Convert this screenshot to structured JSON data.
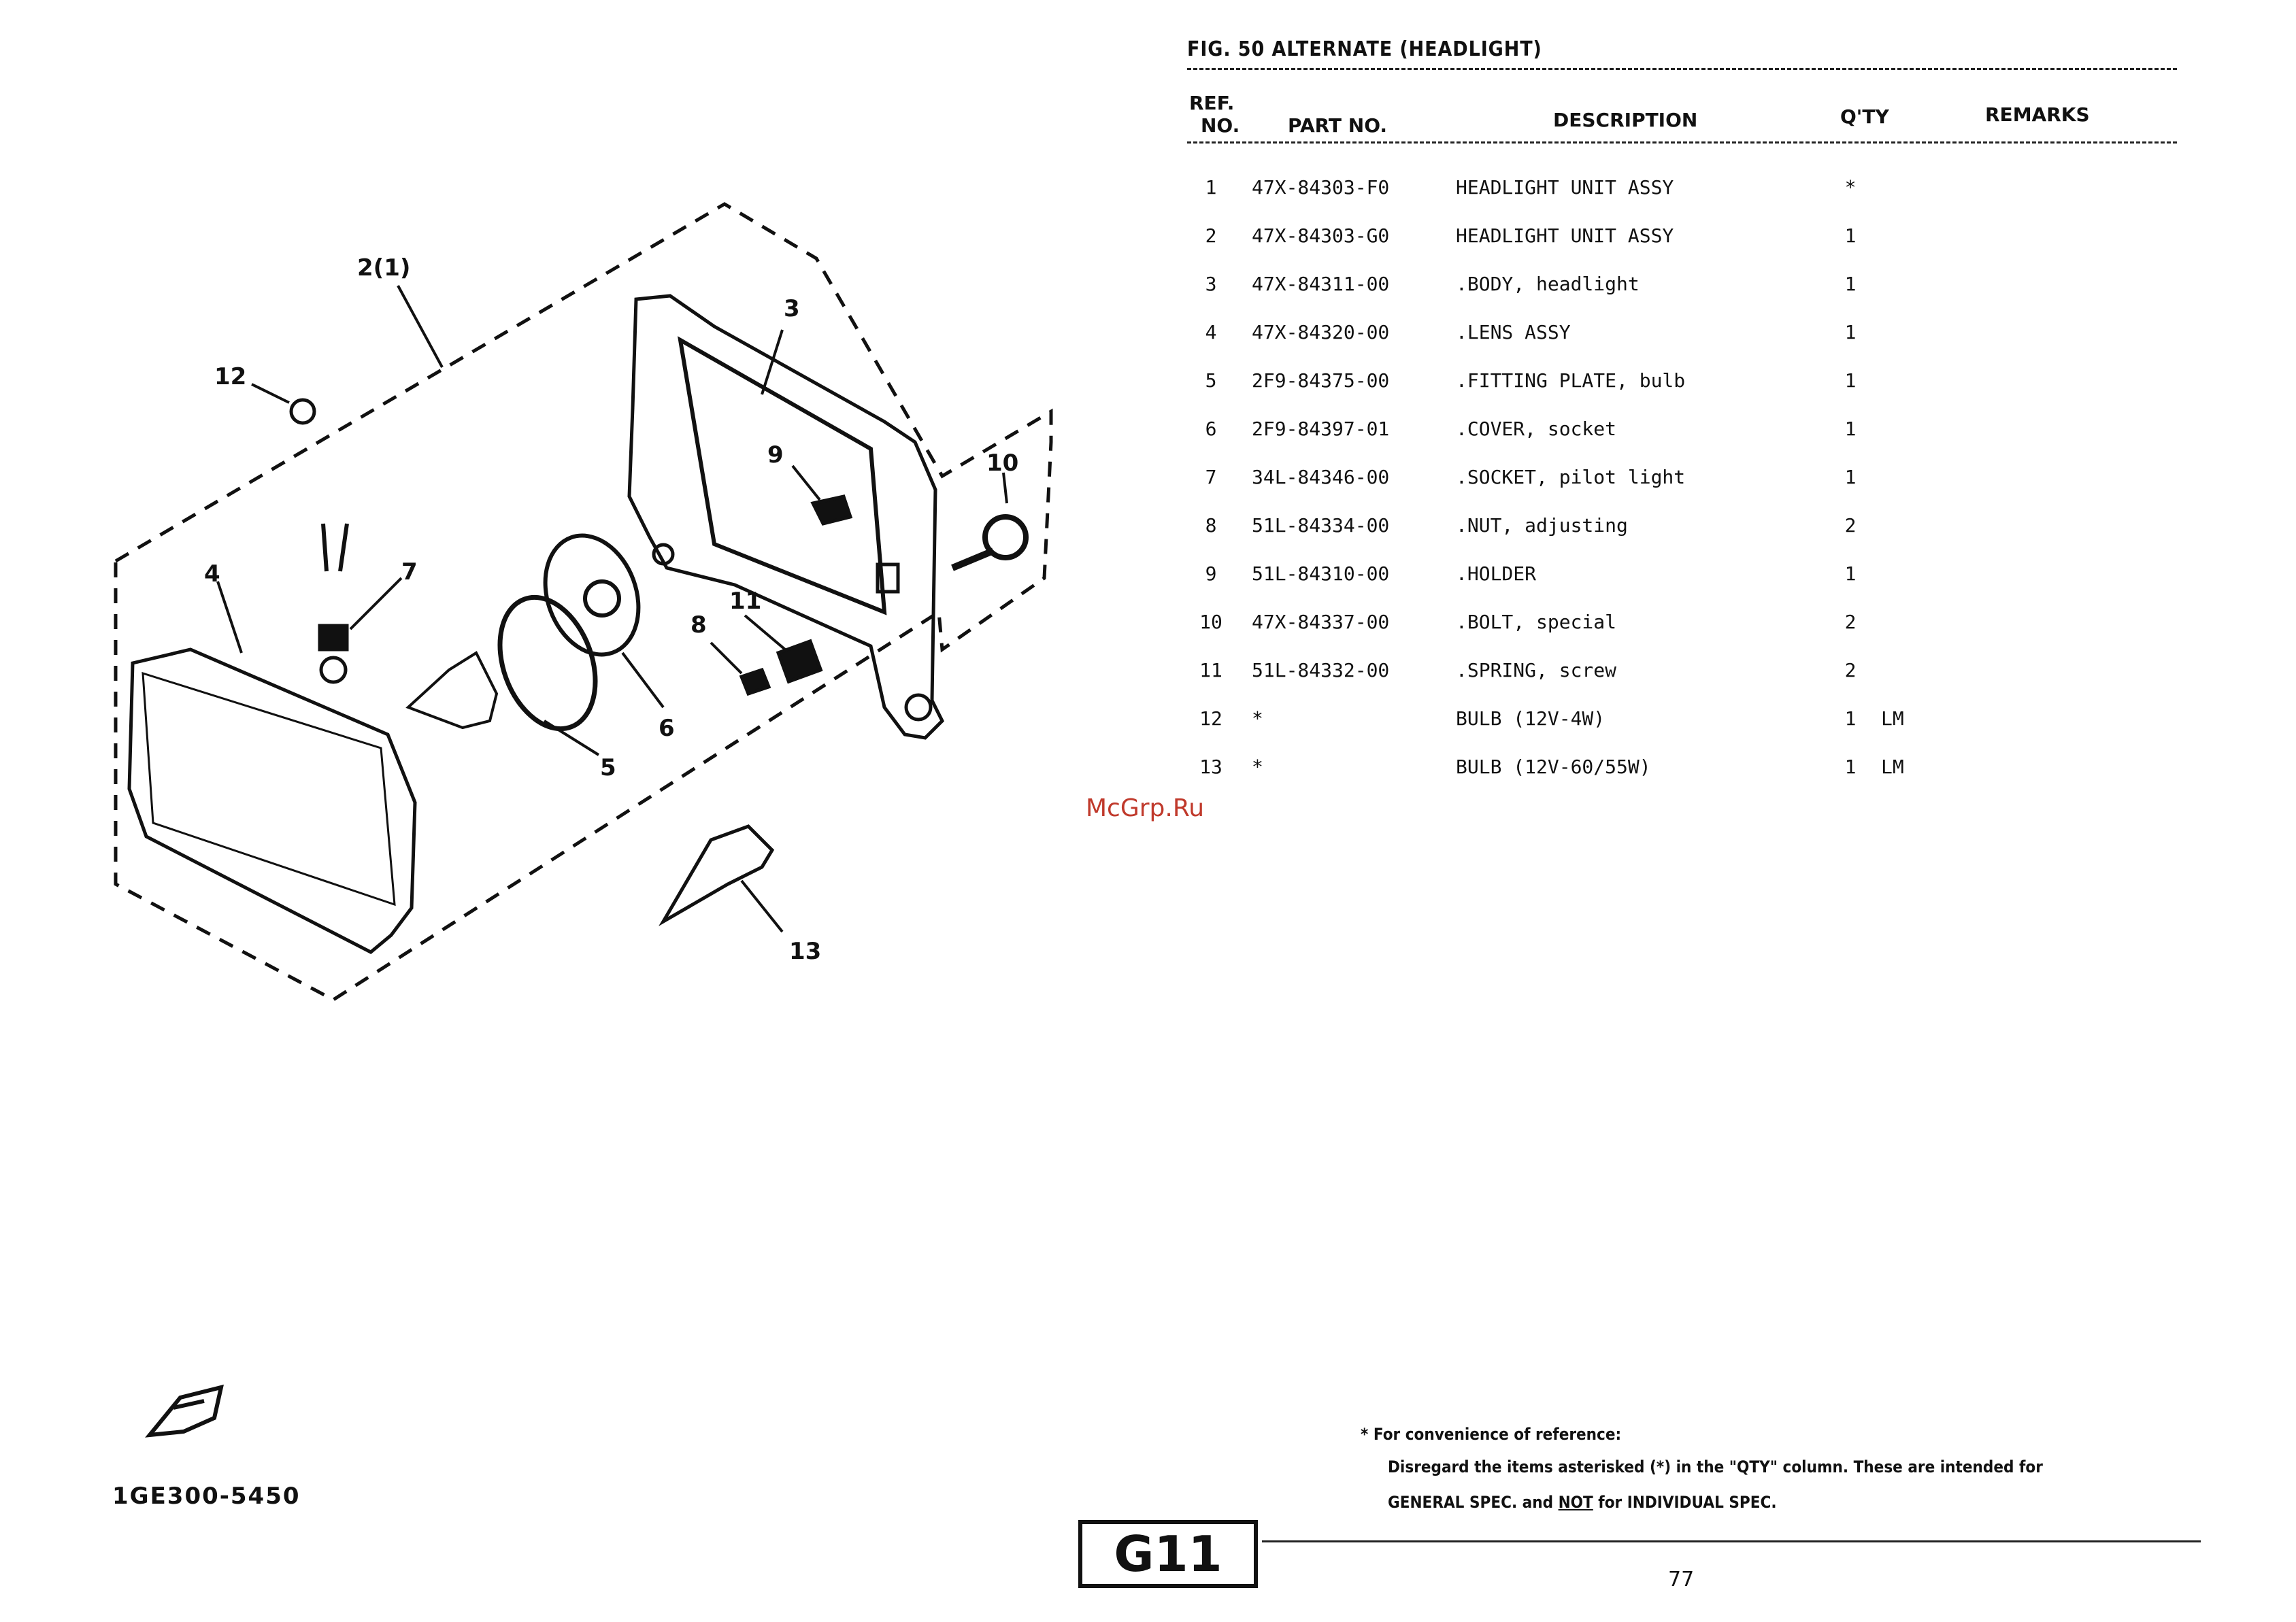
{
  "figure": {
    "title": "FIG. 50  ALTERNATE (HEADLIGHT)"
  },
  "columns": {
    "ref_line1": "REF.",
    "ref_line2": "NO.",
    "part_no": "PART NO.",
    "description": "DESCRIPTION",
    "qty": "Q'TY",
    "remarks": "REMARKS"
  },
  "parts": [
    {
      "ref": "1",
      "part_no": "47X-84303-F0",
      "description": "HEADLIGHT UNIT ASSY",
      "qty": "*",
      "remarks": ""
    },
    {
      "ref": "2",
      "part_no": "47X-84303-G0",
      "description": "HEADLIGHT UNIT ASSY",
      "qty": "1",
      "remarks": ""
    },
    {
      "ref": "3",
      "part_no": "47X-84311-00",
      "description": ".BODY, headlight",
      "qty": "1",
      "remarks": ""
    },
    {
      "ref": "4",
      "part_no": "47X-84320-00",
      "description": ".LENS ASSY",
      "qty": "1",
      "remarks": ""
    },
    {
      "ref": "5",
      "part_no": "2F9-84375-00",
      "description": ".FITTING PLATE, bulb",
      "qty": "1",
      "remarks": ""
    },
    {
      "ref": "6",
      "part_no": "2F9-84397-01",
      "description": ".COVER, socket",
      "qty": "1",
      "remarks": ""
    },
    {
      "ref": "7",
      "part_no": "34L-84346-00",
      "description": ".SOCKET, pilot light",
      "qty": "1",
      "remarks": ""
    },
    {
      "ref": "8",
      "part_no": "51L-84334-00",
      "description": ".NUT, adjusting",
      "qty": "2",
      "remarks": ""
    },
    {
      "ref": "9",
      "part_no": "51L-84310-00",
      "description": ".HOLDER",
      "qty": "1",
      "remarks": ""
    },
    {
      "ref": "10",
      "part_no": "47X-84337-00",
      "description": ".BOLT, special",
      "qty": "2",
      "remarks": ""
    },
    {
      "ref": "11",
      "part_no": "51L-84332-00",
      "description": ".SPRING, screw",
      "qty": "2",
      "remarks": ""
    },
    {
      "ref": "12",
      "part_no": "*",
      "description": "BULB (12V-4W)",
      "qty": "1",
      "remarks": "LM"
    },
    {
      "ref": "13",
      "part_no": "*",
      "description": "BULB (12V-60/55W)",
      "qty": "1",
      "remarks": "LM"
    }
  ],
  "callouts": [
    "2(1)",
    "12",
    "3",
    "9",
    "10",
    "7",
    "4",
    "11",
    "8",
    "5",
    "6",
    "13"
  ],
  "watermark": "McGrp.Ru",
  "footnote": {
    "line1": "* For convenience of reference:",
    "line2": "Disregard the items asterisked (*) in the \"QTY\" column.  These are intended for",
    "line3_a": "GENERAL SPEC. and ",
    "line3_not": "NOT",
    "line3_b": " for INDIVIDUAL SPEC."
  },
  "section_label": "G11",
  "page_number": "77",
  "drawing_code": "1GE300-5450",
  "colors": {
    "ink": "#111111",
    "watermark": "#c0392b",
    "paper": "#ffffff"
  }
}
